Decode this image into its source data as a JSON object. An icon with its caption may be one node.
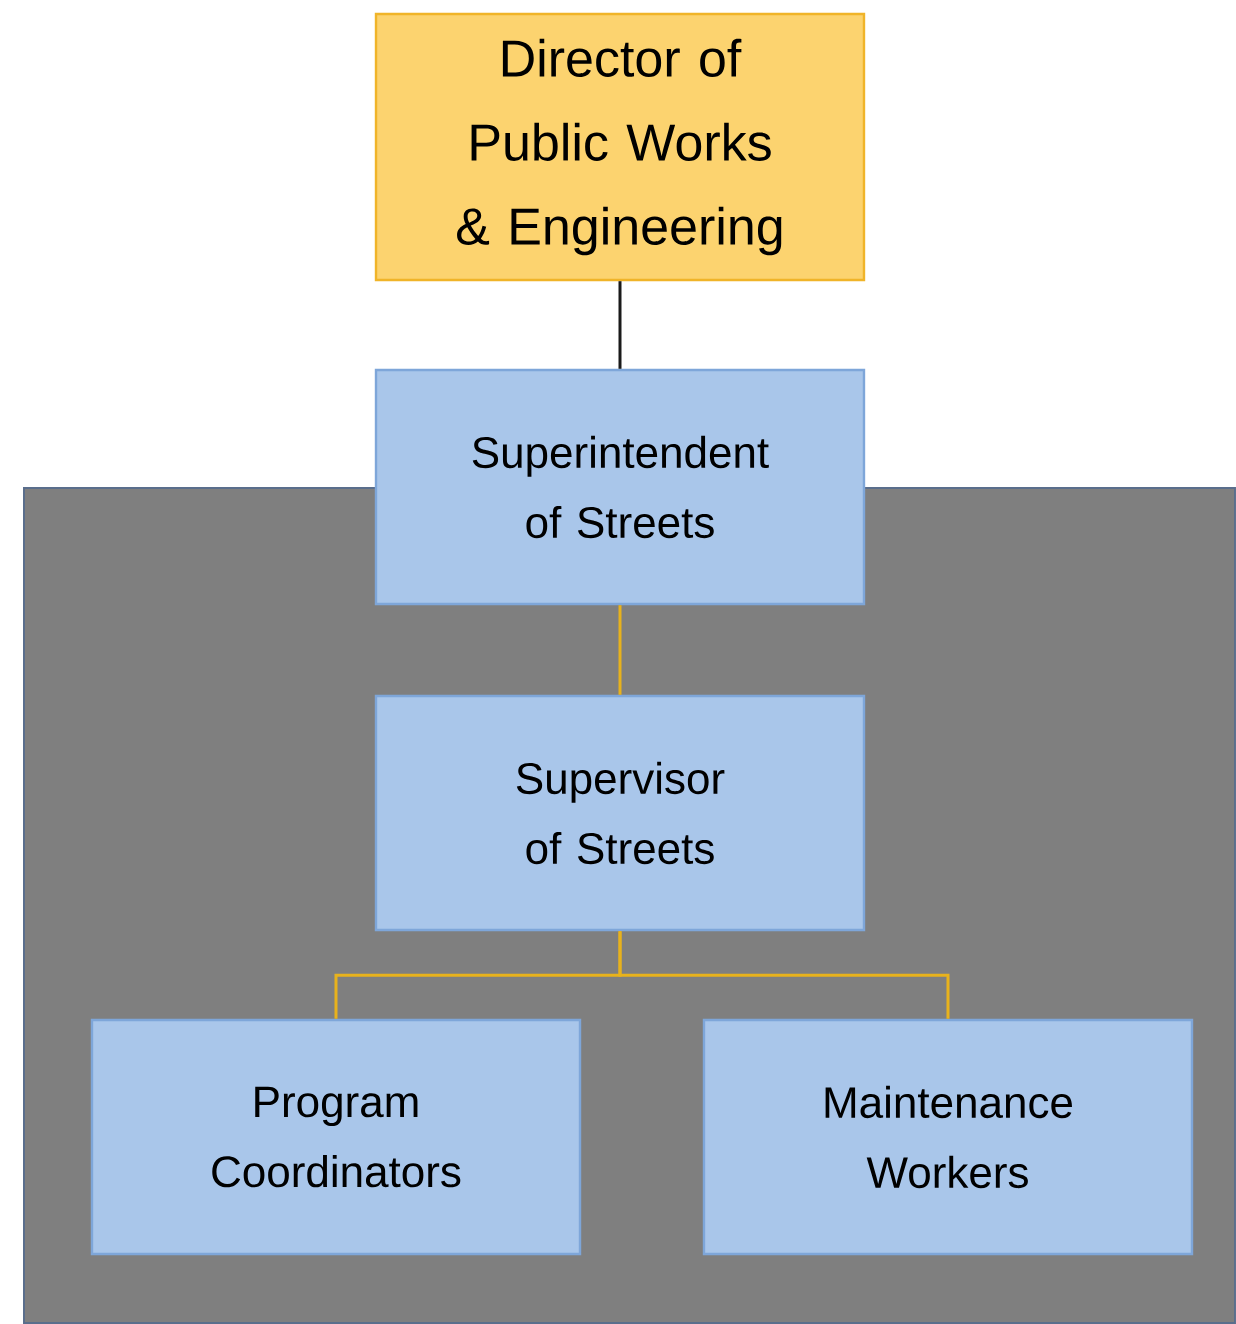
{
  "diagram": {
    "nodes": [
      {
        "text": [
          "Director of Public Works & Engineering"
        ]
      },
      {
        "text": [
          "Superintendent of Streets"
        ]
      },
      {
        "text": [
          "Supervisor of Streets"
        ]
      },
      {
        "text": [
          "Program Coordinators"
        ]
      },
      {
        "text": [
          "Maintenance Workers"
        ]
      }
    ],
    "edges": [
      {
        "from": 0,
        "to": 1,
        "arrow": "none",
        "color": "#1a1a1a"
      },
      {
        "from": 1,
        "to": 2,
        "arrow": "none"
      },
      {
        "from": 2,
        "to": 3,
        "arrow": "none"
      },
      {
        "from": 2,
        "to": 4,
        "arrow": "none"
      }
    ]
  }
}
